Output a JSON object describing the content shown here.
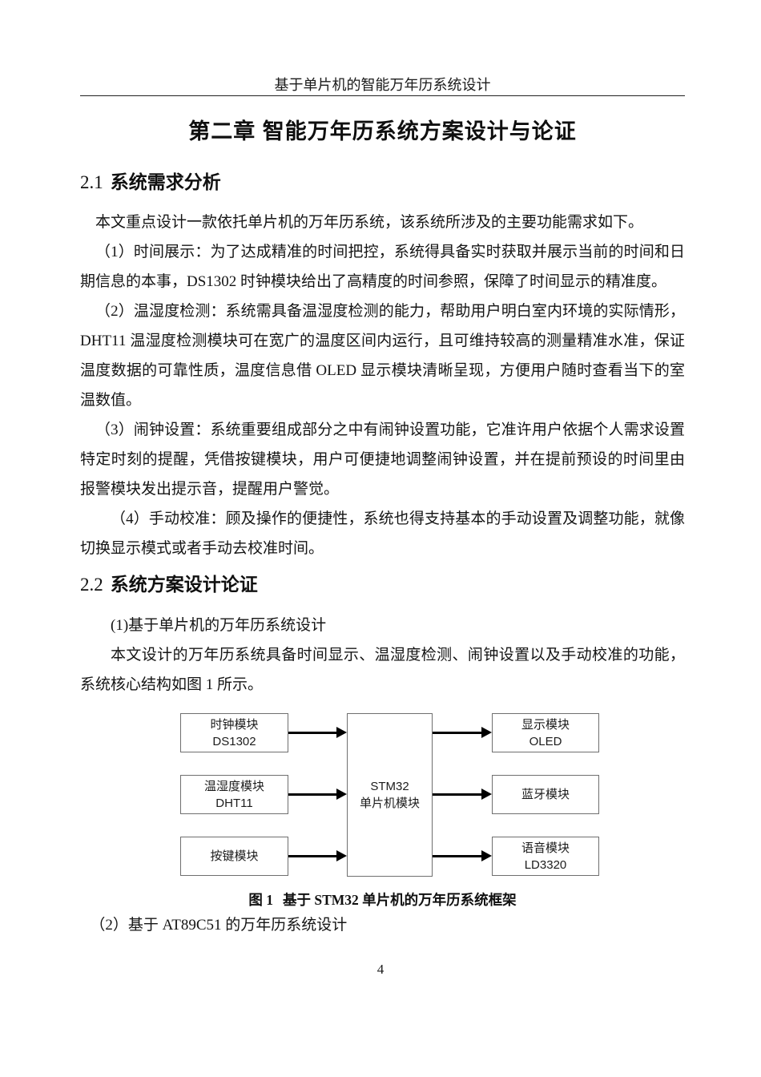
{
  "colors": {
    "text": "#141414",
    "box_border": "#6f6f6f",
    "arrow": "#000000",
    "header_rule": "#222222",
    "background": "#ffffff"
  },
  "header": {
    "title": "基于单片机的智能万年历系统设计"
  },
  "chapter": {
    "title": "第二章 智能万年历系统方案设计与论证"
  },
  "sections": {
    "s21": {
      "number": "2.1",
      "title": "系统需求分析"
    },
    "s22": {
      "number": "2.2",
      "title": "系统方案设计论证"
    }
  },
  "paragraphs": {
    "p1": "本文重点设计一款依托单片机的万年历系统，该系统所涉及的主要功能需求如下。",
    "p2": "（1）时间展示：为了达成精准的时间把控，系统得具备实时获取并展示当前的时间和日期信息的本事，DS1302 时钟模块给出了高精度的时间参照，保障了时间显示的精准度。",
    "p3": "（2）温湿度检测：系统需具备温湿度检测的能力，帮助用户明白室内环境的实际情形，DHT11 温湿度检测模块可在宽广的温度区间内运行，且可维持较高的测量精准水准，保证温度数据的可靠性质，温度信息借 OLED 显示模块清晰呈现，方便用户随时查看当下的室温数值。",
    "p4": "（3）闹钟设置：系统重要组成部分之中有闹钟设置功能，它准许用户依据个人需求设置特定时刻的提醒，凭借按键模块，用户可便捷地调整闹钟设置，并在提前预设的时间里由报警模块发出提示音，提醒用户警觉。",
    "p5": "（4）手动校准：顾及操作的便捷性，系统也得支持基本的手动设置及调整功能，就像切换显示模式或者手动去校准时间。",
    "p6": "(1)基于单片机的万年历系统设计",
    "p7": "本文设计的万年历系统具备时间显示、温湿度检测、闹钟设置以及手动校准的功能，系统核心结构如图 1 所示。",
    "tail": "（2）基于 AT89C51 的万年历系统设计"
  },
  "figure": {
    "caption_label": "图 1",
    "caption_text": "基于 STM32 单片机的万年历系统框架",
    "nodes": {
      "clock": {
        "line1": "时钟模块",
        "line2": "DS1302"
      },
      "humidity": {
        "line1": "温湿度模块",
        "line2": "DHT11"
      },
      "keys": {
        "line1": "按键模块",
        "line2": ""
      },
      "mcu": {
        "line1": "STM32",
        "line2": "单片机模块"
      },
      "display": {
        "line1": "显示模块",
        "line2": "OLED"
      },
      "bluetooth": {
        "line1": "蓝牙模块",
        "line2": ""
      },
      "voice": {
        "line1": "语音模块",
        "line2": "LD3320"
      }
    }
  },
  "footer": {
    "page_number": "4"
  }
}
